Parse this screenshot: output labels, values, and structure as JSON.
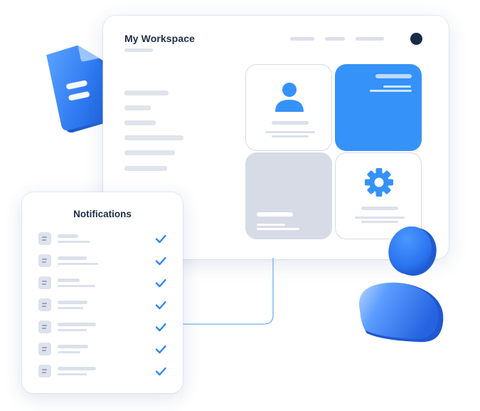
{
  "workspace": {
    "title": "My Workspace",
    "header_indicator_color": "#1a2b45"
  },
  "cards": [
    {
      "id": "profile",
      "style": "white",
      "icon": "user-icon"
    },
    {
      "id": "highlight",
      "style": "blue"
    },
    {
      "id": "placeholder",
      "style": "gray"
    },
    {
      "id": "settings",
      "style": "white",
      "icon": "gear-icon"
    }
  ],
  "notifications": {
    "title": "Notifications",
    "item_count": 7,
    "item_icon": "document-icon",
    "status_icon": "check-icon",
    "check_color": "#2f86f6"
  },
  "colors": {
    "accent": "#3592f8",
    "text_dark": "#1f2d45",
    "skeleton": "#dbe0ea",
    "card_gray": "#d6dbe6"
  }
}
